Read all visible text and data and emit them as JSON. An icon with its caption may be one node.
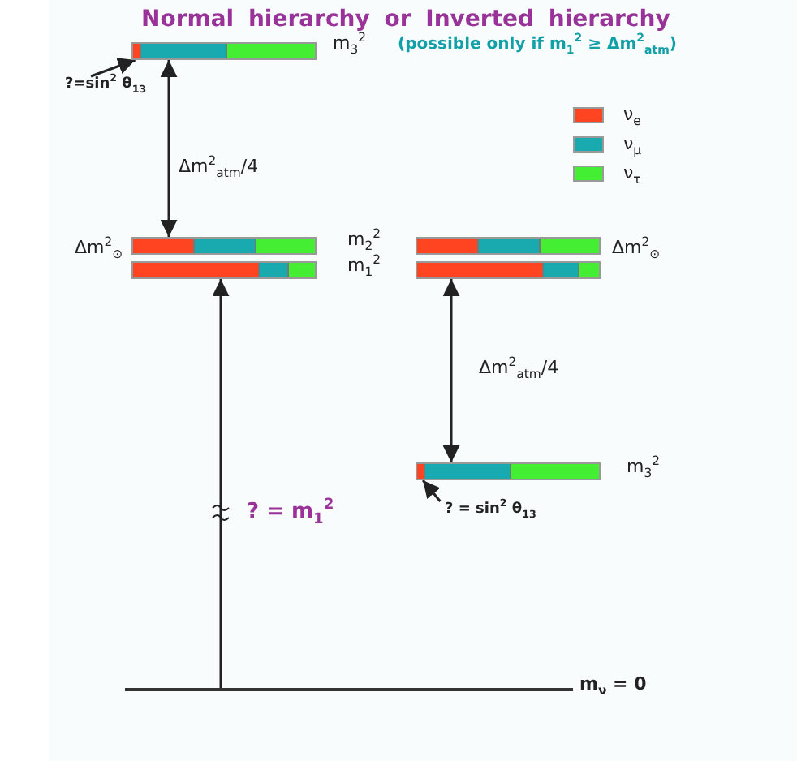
{
  "diagram": {
    "title": "Normal hierarchy or Inverted hierarchy",
    "nodes": [
      {
        "text": [],
        "shape": "bar",
        "beside": [
          "m$_{3}$$^{2}$"
        ]
      },
      {
        "text": [],
        "shape": "bar",
        "beside": [
          "m$_{2}$$^{2}$"
        ]
      },
      {
        "text": [],
        "shape": "bar",
        "beside": [
          "m$_{1}$$^{2}$"
        ]
      },
      {
        "text": [],
        "shape": "bar"
      },
      {
        "text": [],
        "shape": "bar"
      },
      {
        "text": [],
        "shape": "bar",
        "beside": [
          "m$_{3}$$^{2}$"
        ]
      },
      {
        "text": [],
        "shape": "bar",
        "beside": [
          "m$_{ν}$ = 0"
        ]
      },
      {
        "text": [
          "?=sin$^{2}$ θ$_{13}$"
        ]
      },
      {
        "text": [
          "? = sin$^{2}$ θ$_{13}$"
        ]
      }
    ],
    "edges": [
      {
        "from": 0,
        "to": 1,
        "arrow": "both",
        "label": "Δm$^{2}$$_{atm}$/4"
      },
      {
        "from": 6,
        "to": 2,
        "arrow": "to",
        "label": "? = m$_{1}$$^{2}$"
      },
      {
        "from": 4,
        "to": 5,
        "arrow": "both",
        "label": "Δm$^{2}$$_{atm}$/4"
      },
      {
        "from": 7,
        "to": 0,
        "arrow": "to"
      },
      {
        "from": 8,
        "to": 5,
        "arrow": "to"
      }
    ],
    "labels": [
      "(possible only if m$_{1}$$^{2}$ ≥ Δm$^{2}$$_{atm}$)",
      "Δm$^{2}$$_{⊙}$",
      "Δm$^{2}$$_{⊙}$"
    ],
    "legend": [
      {
        "text": "ν$_{e}$",
        "color": "#ff4422"
      },
      {
        "text": "ν$_{μ}$",
        "color": "#19aab0"
      },
      {
        "text": "ν$_{τ}$",
        "color": "#44ee33"
      }
    ]
  }
}
